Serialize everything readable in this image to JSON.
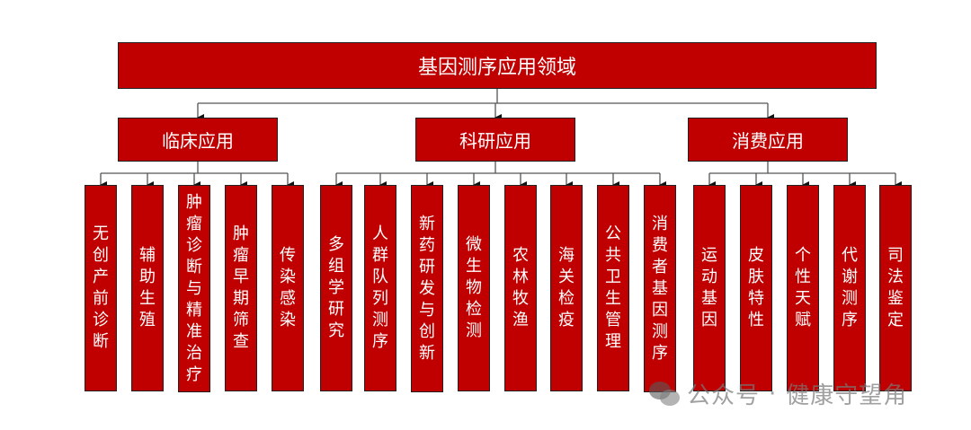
{
  "root": {
    "label": "基因测序应用领域"
  },
  "categories": [
    {
      "label": "临床应用",
      "children": [
        "无创产前诊断",
        "辅助生殖",
        "肿瘤诊断与精准治疗",
        "肿瘤早期筛查",
        "传染感染"
      ]
    },
    {
      "label": "科研应用",
      "children": [
        "多组学研究",
        "人群队列测序",
        "新药研发与创新",
        "微生物检测",
        "农林牧渔",
        "海关检疫",
        "公共卫生管理",
        "消费者基因测序"
      ]
    },
    {
      "label": "消费应用",
      "children": [
        "运动基因",
        "皮肤特性",
        "个性天赋",
        "代谢测序",
        "司法鉴定"
      ]
    }
  ],
  "watermark": {
    "prefix": "公众号",
    "separator": "·",
    "name": "健康守望角"
  },
  "colors": {
    "box": "#c00000",
    "line": "#555555"
  }
}
